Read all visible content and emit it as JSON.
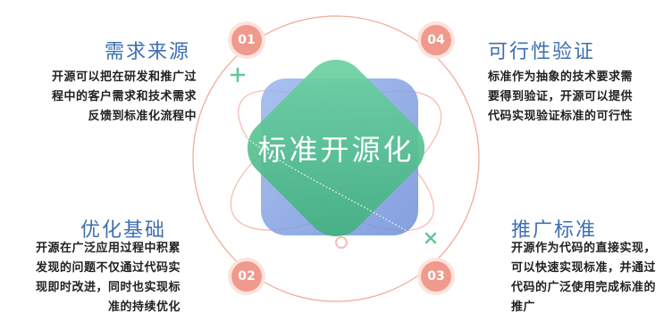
{
  "center": {
    "title": "标准开源化"
  },
  "nodes": [
    {
      "number": "01",
      "heading": "需求来源",
      "text_lines": [
        "开源可以把在研发和推广过",
        "程中的客户需求和技术需求",
        "反馈到标准化流程中"
      ]
    },
    {
      "number": "02",
      "heading": "优化基础",
      "text_lines": [
        "开源在广泛应用过程中积累",
        "发现的问题不仅通过代码实",
        "现即时改进，同时也实现标",
        "准的持续优化"
      ]
    },
    {
      "number": "03",
      "heading": "推广标准",
      "text_lines": [
        "开源作为代码的直接实现，",
        "可以快速实现标准，并通过",
        "代码的广泛使用完成标准的",
        "推广"
      ]
    },
    {
      "number": "04",
      "heading": "可行性验证",
      "text_lines": [
        "标准作为抽象的技术要求需",
        "要得到验证，开源可以提供",
        "代码实现验证标准的可行性"
      ]
    }
  ],
  "colors": {
    "accent_blue": "#3f6fb0",
    "badge": "#ef9a8c",
    "green": "#5fc79a",
    "blue_card": "#7f9ee0",
    "ring": "#ef9a8c"
  }
}
